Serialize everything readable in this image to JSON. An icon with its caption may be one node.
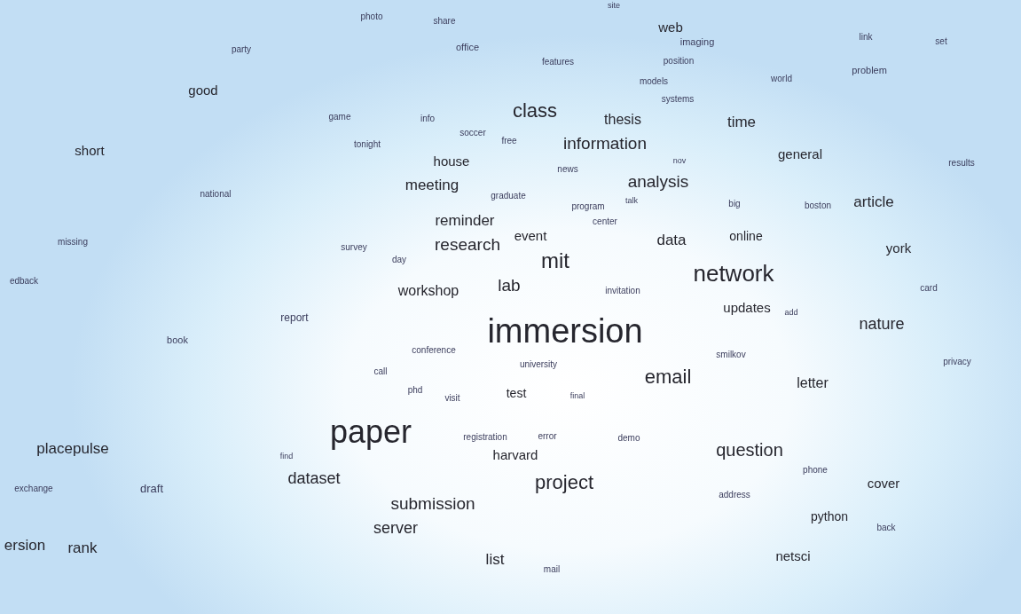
{
  "diagram": {
    "labels": [
      "site",
      "photo",
      "share",
      "web",
      "party",
      "office",
      "imaging",
      "link",
      "set",
      "features",
      "position",
      "problem",
      "world",
      "models",
      "good",
      "systems",
      "class",
      "thesis",
      "game",
      "info",
      "time",
      "soccer",
      "free",
      "information",
      "tonight",
      "short",
      "general",
      "results",
      "house",
      "news",
      "nov",
      "analysis",
      "meeting",
      "graduate",
      "talk",
      "program",
      "national",
      "big",
      "boston",
      "article",
      "reminder",
      "center",
      "event",
      "research",
      "data",
      "online",
      "missing",
      "survey",
      "day",
      "mit",
      "york",
      "network",
      "edback",
      "card",
      "workshop",
      "lab",
      "invitation",
      "updates",
      "add",
      "report",
      "immersion",
      "nature",
      "book",
      "conference",
      "smilkov",
      "university",
      "privacy",
      "call",
      "email",
      "letter",
      "phd",
      "visit",
      "test",
      "final",
      "paper",
      "registration",
      "error",
      "demo",
      "question",
      "placepulse",
      "harvard",
      "find",
      "dataset",
      "project",
      "phone",
      "cover",
      "exchange",
      "draft",
      "address",
      "submission",
      "python",
      "server",
      "back",
      "ersion",
      "rank",
      "netsci",
      "list",
      "mail"
    ]
  }
}
